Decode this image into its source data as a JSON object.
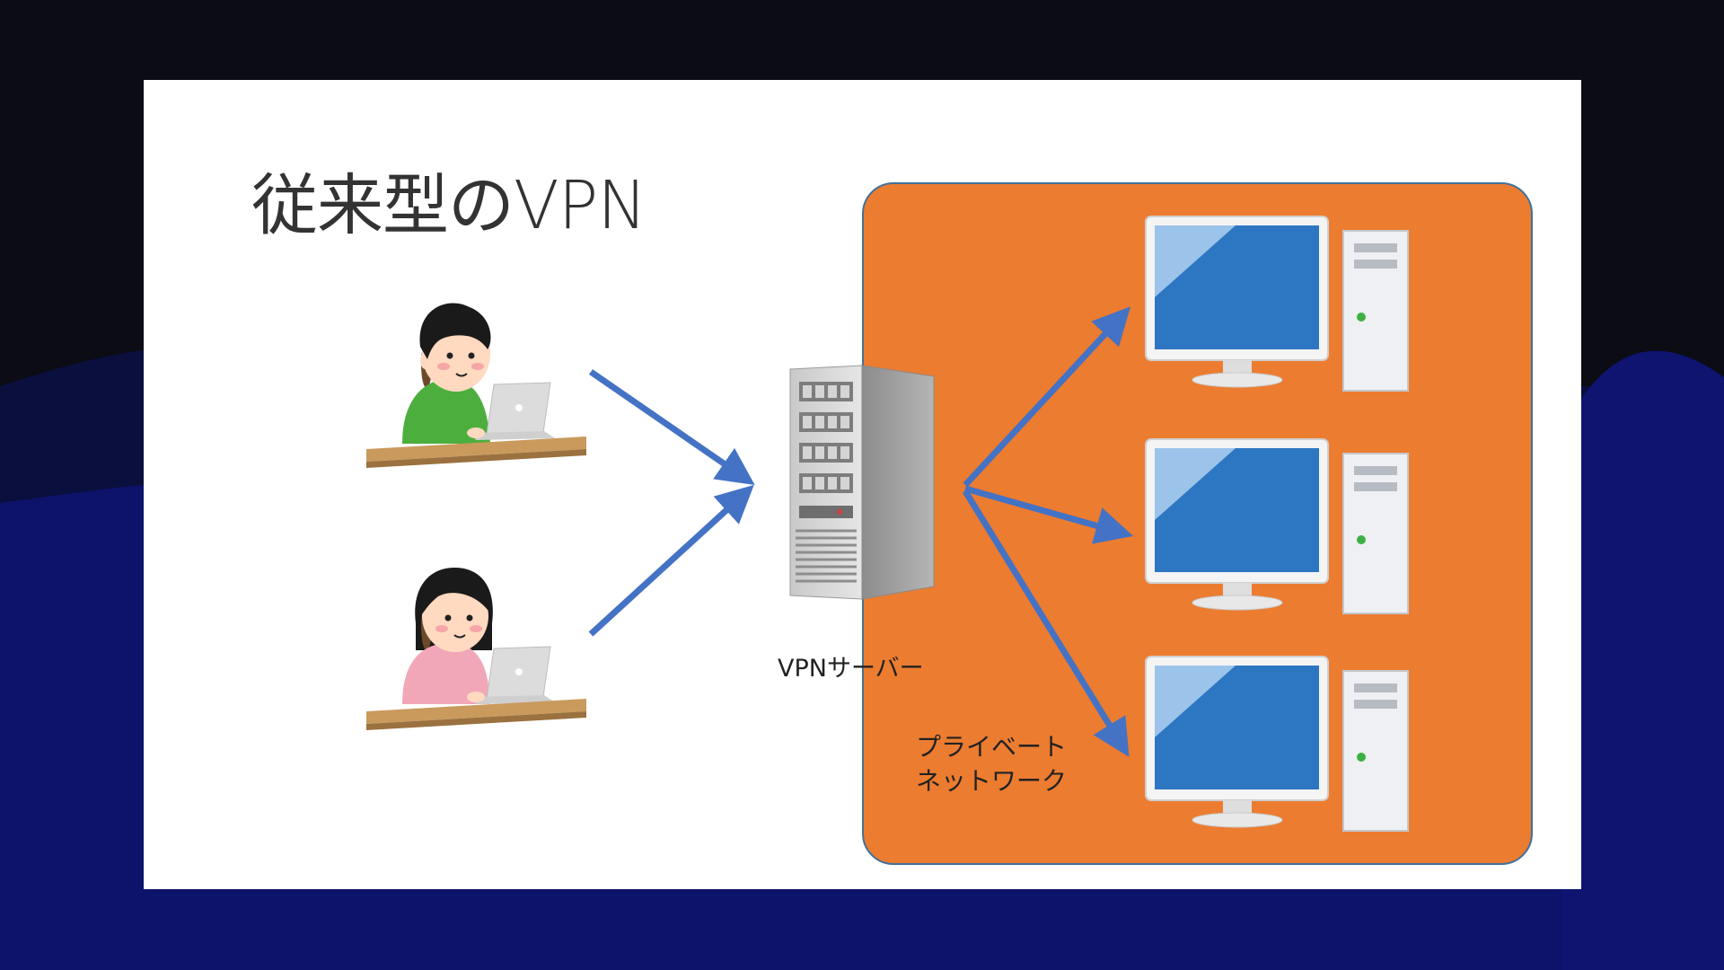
{
  "slide": {
    "title": "従来型のVPN",
    "server_label": "VPNサーバー",
    "network_label_line1": "プライベート",
    "network_label_line2": "ネットワーク"
  },
  "colors": {
    "background": "#0b0c14",
    "wave": "#0e1470",
    "slide": "#ffffff",
    "private_network": "#ec7c30",
    "network_border": "#41719c",
    "arrow": "#4472c4",
    "monitor_screen": "#2d77c2",
    "user_male_shirt": "#4caf3d",
    "user_female_shirt": "#f2a7b9",
    "desk": "#c99a5c"
  },
  "icons": [
    "male-user-with-laptop",
    "female-user-with-laptop",
    "server-tower-icon",
    "desktop-pc-icon"
  ]
}
